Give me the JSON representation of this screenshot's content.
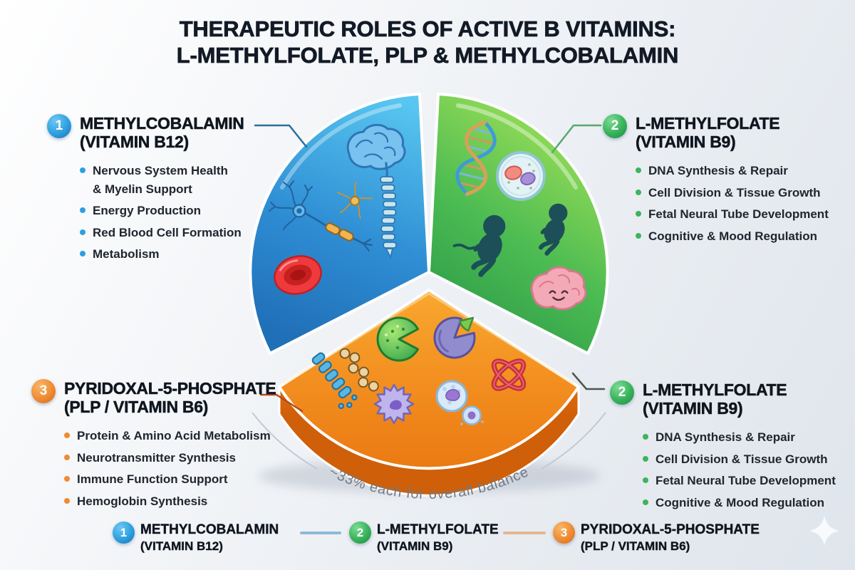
{
  "title": {
    "line1": "THERAPEUTIC ROLES OF ACTIVE B VITAMINS:",
    "line2": "L-METHYLFOLATE, PLP & METHYLCOBALAMIN"
  },
  "callouts": {
    "top_left": {
      "number": "1",
      "title": "METHYLCOBALAMIN",
      "subtitle": "(VITAMIN B12)",
      "accent": "#2E9FE0",
      "bullets": [
        "Nervous System Health\n& Myelin Support",
        "Energy Production",
        "Red Blood Cell Formation",
        "Metabolism"
      ]
    },
    "top_right": {
      "number": "2",
      "title": "L-METHYLFOLATE",
      "subtitle": "(VITAMIN B9)",
      "accent": "#3CB55C",
      "bullets": [
        "DNA Synthesis & Repair",
        "Cell Division & Tissue Growth",
        "Fetal Neural Tube Development",
        "Cognitive & Mood Regulation"
      ]
    },
    "bottom_left": {
      "number": "3",
      "title": "PYRIDOXAL-5-PHOSPHATE",
      "subtitle": "(PLP / VITAMIN B6)",
      "accent": "#EF8B33",
      "bullets": [
        "Protein & Amino Acid Metabolism",
        "Neurotransmitter Synthesis",
        "Immune Function Support",
        "Hemoglobin Synthesis"
      ]
    },
    "bottom_right": {
      "number": "2",
      "title": "L-METHYLFOLATE",
      "subtitle": "(VITAMIN B9)",
      "accent": "#3CB55C",
      "bullets": [
        "DNA Synthesis & Repair",
        "Cell Division & Tissue Growth",
        "Fetal Neural Tube Development",
        "Cognitive & Mood Regulation"
      ]
    }
  },
  "pie": {
    "caption": "~33% each for overall balance",
    "slices": [
      {
        "label": "Methylcobalamin (Vitamin B12)",
        "share": "~33%",
        "color": "#2E8FD4",
        "icons": [
          "brain-with-spinal-cord",
          "neuron-with-myelin",
          "small-neuron",
          "red-blood-cell"
        ]
      },
      {
        "label": "L-Methylfolate (Vitamin B9)",
        "share": "~33%",
        "color": "#47B750",
        "icons": [
          "dna-helix",
          "dividing-cell",
          "fetus",
          "fetus",
          "happy-brain"
        ]
      },
      {
        "label": "Pyridoxal-5-Phosphate (PLP / Vitamin B6)",
        "share": "~33%",
        "color": "#F2921F",
        "icons": [
          "amino-acid-chains",
          "enzyme-green",
          "enzyme-purple-with-slice",
          "immune-cell",
          "white-blood-cells",
          "hemoglobin-knot"
        ]
      }
    ]
  },
  "legend": {
    "items": [
      {
        "number": "1",
        "title": "METHYLCOBALAMIN",
        "subtitle": "(VITAMIN B12)",
        "accent": "#2E9FE0"
      },
      {
        "number": "2",
        "title": "L-METHYLFOLATE",
        "subtitle": "(VITAMIN B9)",
        "accent": "#3CB55C"
      },
      {
        "number": "3",
        "title": "PYRIDOXAL-5-PHOSPHATE",
        "subtitle": "(PLP / VITAMIN B6)",
        "accent": "#EF8B33"
      }
    ]
  }
}
